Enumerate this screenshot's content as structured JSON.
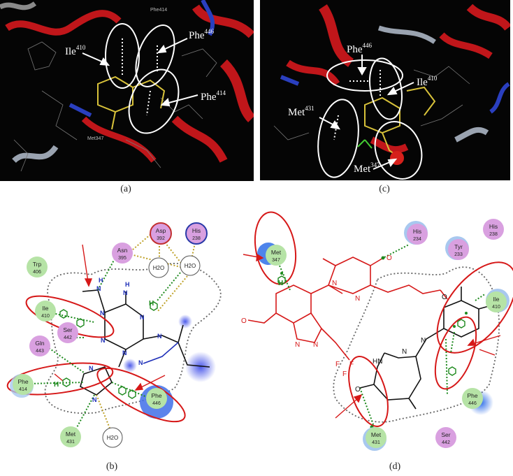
{
  "panel_a": {
    "caption": "(a)",
    "labels": [
      {
        "name": "Ile",
        "sup": "410"
      },
      {
        "name": "Phe",
        "sup": "446"
      },
      {
        "name": "Phe",
        "sup": "414"
      }
    ],
    "small": [
      "Phe414",
      "Met347"
    ]
  },
  "panel_c": {
    "caption": "(c)",
    "labels": [
      {
        "name": "Phe",
        "sup": "446"
      },
      {
        "name": "Ile",
        "sup": "410"
      },
      {
        "name": "Met",
        "sup": "431"
      },
      {
        "name": "Met",
        "sup": "347"
      }
    ]
  },
  "panel_b": {
    "caption": "(b)",
    "residues": [
      {
        "name": "Asp",
        "num": "392",
        "color": "#d9a0e0"
      },
      {
        "name": "His",
        "num": "238",
        "color": "#d9a0e0"
      },
      {
        "name": "Asn",
        "num": "395",
        "color": "#d9a0e0"
      },
      {
        "name": "Trp",
        "num": "406",
        "color": "#b6e3a6"
      },
      {
        "name": "Ile",
        "num": "410",
        "color": "#b6e3a6"
      },
      {
        "name": "Ser",
        "num": "442",
        "color": "#d9a0e0"
      },
      {
        "name": "Gln",
        "num": "443",
        "color": "#d9a0e0"
      },
      {
        "name": "Phe",
        "num": "414",
        "color": "#b6e3a6"
      },
      {
        "name": "Phe",
        "num": "446",
        "color": "#b6e3a6"
      },
      {
        "name": "Met",
        "num": "431",
        "color": "#b6e3a6"
      }
    ],
    "waters": [
      "H2O",
      "H2O",
      "H2O"
    ],
    "atoms": [
      "H",
      "N",
      "H",
      "N",
      "N",
      "N",
      "N",
      "N",
      "N",
      "N",
      "N",
      "N",
      "H",
      "H"
    ]
  },
  "panel_d": {
    "caption": "(d)",
    "residues": [
      {
        "name": "Met",
        "num": "347",
        "color": "#b6e3a6"
      },
      {
        "name": "His",
        "num": "234",
        "color": "#d9a0e0"
      },
      {
        "name": "His",
        "num": "238",
        "color": "#d9a0e0"
      },
      {
        "name": "Tyr",
        "num": "233",
        "color": "#d9a0e0"
      },
      {
        "name": "Ile",
        "num": "410",
        "color": "#b6e3a6"
      },
      {
        "name": "Phe",
        "num": "446",
        "color": "#b6e3a6"
      },
      {
        "name": "Met",
        "num": "431",
        "color": "#b6e3a6"
      },
      {
        "name": "Ser",
        "num": "442",
        "color": "#d9a0e0"
      }
    ],
    "atoms": [
      "O",
      "N",
      "N",
      "N",
      "N",
      "O",
      "H",
      "N",
      "N",
      "HN",
      "O",
      "O",
      "F",
      "F",
      "F"
    ]
  }
}
